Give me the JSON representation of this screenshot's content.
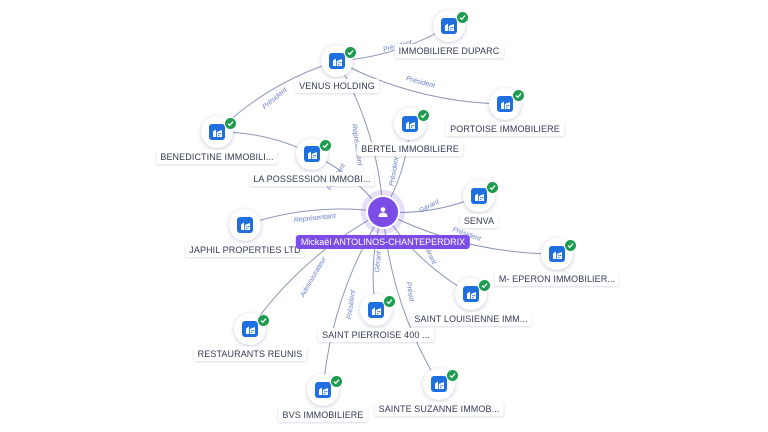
{
  "center": {
    "name": "Mickaël ANTOLINOS-CHANTEPERDRIX",
    "icon": "person-icon"
  },
  "nodes": [
    {
      "id": "immobiliere-duparc",
      "label": "IMMOBILIERE DUPARC",
      "icon": "building-icon",
      "verified": true
    },
    {
      "id": "venus-holding",
      "label": "VENUS HOLDING",
      "icon": "building-icon",
      "verified": true
    },
    {
      "id": "portoise-immobiliere",
      "label": "PORTOISE IMMOBILIERE",
      "icon": "building-icon",
      "verified": true
    },
    {
      "id": "benedictine-immobilie",
      "label": "BENEDICTINE IMMOBILI...",
      "icon": "building-icon",
      "verified": true
    },
    {
      "id": "bertel-immobiliere",
      "label": "BERTEL IMMOBILIERE",
      "icon": "building-icon",
      "verified": true
    },
    {
      "id": "la-possession",
      "label": "LA POSSESSION IMMOBI...",
      "icon": "building-icon",
      "verified": true
    },
    {
      "id": "senva",
      "label": "SENVA",
      "icon": "building-icon",
      "verified": true
    },
    {
      "id": "japhil-properties",
      "label": "JAPHIL PROPERTIES LTD",
      "icon": "building-icon",
      "verified": false
    },
    {
      "id": "m-eperon",
      "label": "M- EPERON IMMOBILIER...",
      "icon": "building-icon",
      "verified": true
    },
    {
      "id": "saint-louisienne",
      "label": "SAINT LOUISIENNE IMM...",
      "icon": "building-icon",
      "verified": true
    },
    {
      "id": "restaurants-reunis",
      "label": "RESTAURANTS REUNIS",
      "icon": "building-icon",
      "verified": true
    },
    {
      "id": "saint-pierroise",
      "label": "SAINT PIERROISE 400 ...",
      "icon": "building-icon",
      "verified": true
    },
    {
      "id": "bvs-immobiliere",
      "label": "BVS IMMOBILIERE",
      "icon": "building-icon",
      "verified": true
    },
    {
      "id": "sainte-suzanne",
      "label": "SAINTE SUZANNE IMMOB...",
      "icon": "building-icon",
      "verified": true
    }
  ],
  "edges": [
    {
      "from": "venus-holding",
      "to": "immobiliere-duparc",
      "label": "Président"
    },
    {
      "from": "venus-holding",
      "to": "portoise-immobiliere",
      "label": "Président"
    },
    {
      "from": "venus-holding",
      "to": "benedictine-immobilie",
      "label": "Président"
    },
    {
      "from": "center",
      "to": "venus-holding",
      "label": "Représentant"
    },
    {
      "from": "center",
      "to": "bertel-immobiliere",
      "label": "Président"
    },
    {
      "from": "center",
      "to": "la-possession",
      "label": "Président"
    },
    {
      "from": "center",
      "to": "senva",
      "label": "Gérant"
    },
    {
      "from": "center",
      "to": "japhil-properties",
      "label": "Représentant"
    },
    {
      "from": "center",
      "to": "m-eperon",
      "label": "Président"
    },
    {
      "from": "center",
      "to": "saint-louisienne",
      "label": "Gérant"
    },
    {
      "from": "center",
      "to": "restaurants-reunis",
      "label": "Administrateur"
    },
    {
      "from": "center",
      "to": "saint-pierroise",
      "label": "Gérant"
    },
    {
      "from": "center",
      "to": "bvs-immobiliere",
      "label": "Président"
    },
    {
      "from": "center",
      "to": "sainte-suzanne",
      "label": "Présid"
    },
    {
      "from": "la-possession",
      "to": "benedictine-immobilie",
      "label": ""
    }
  ]
}
